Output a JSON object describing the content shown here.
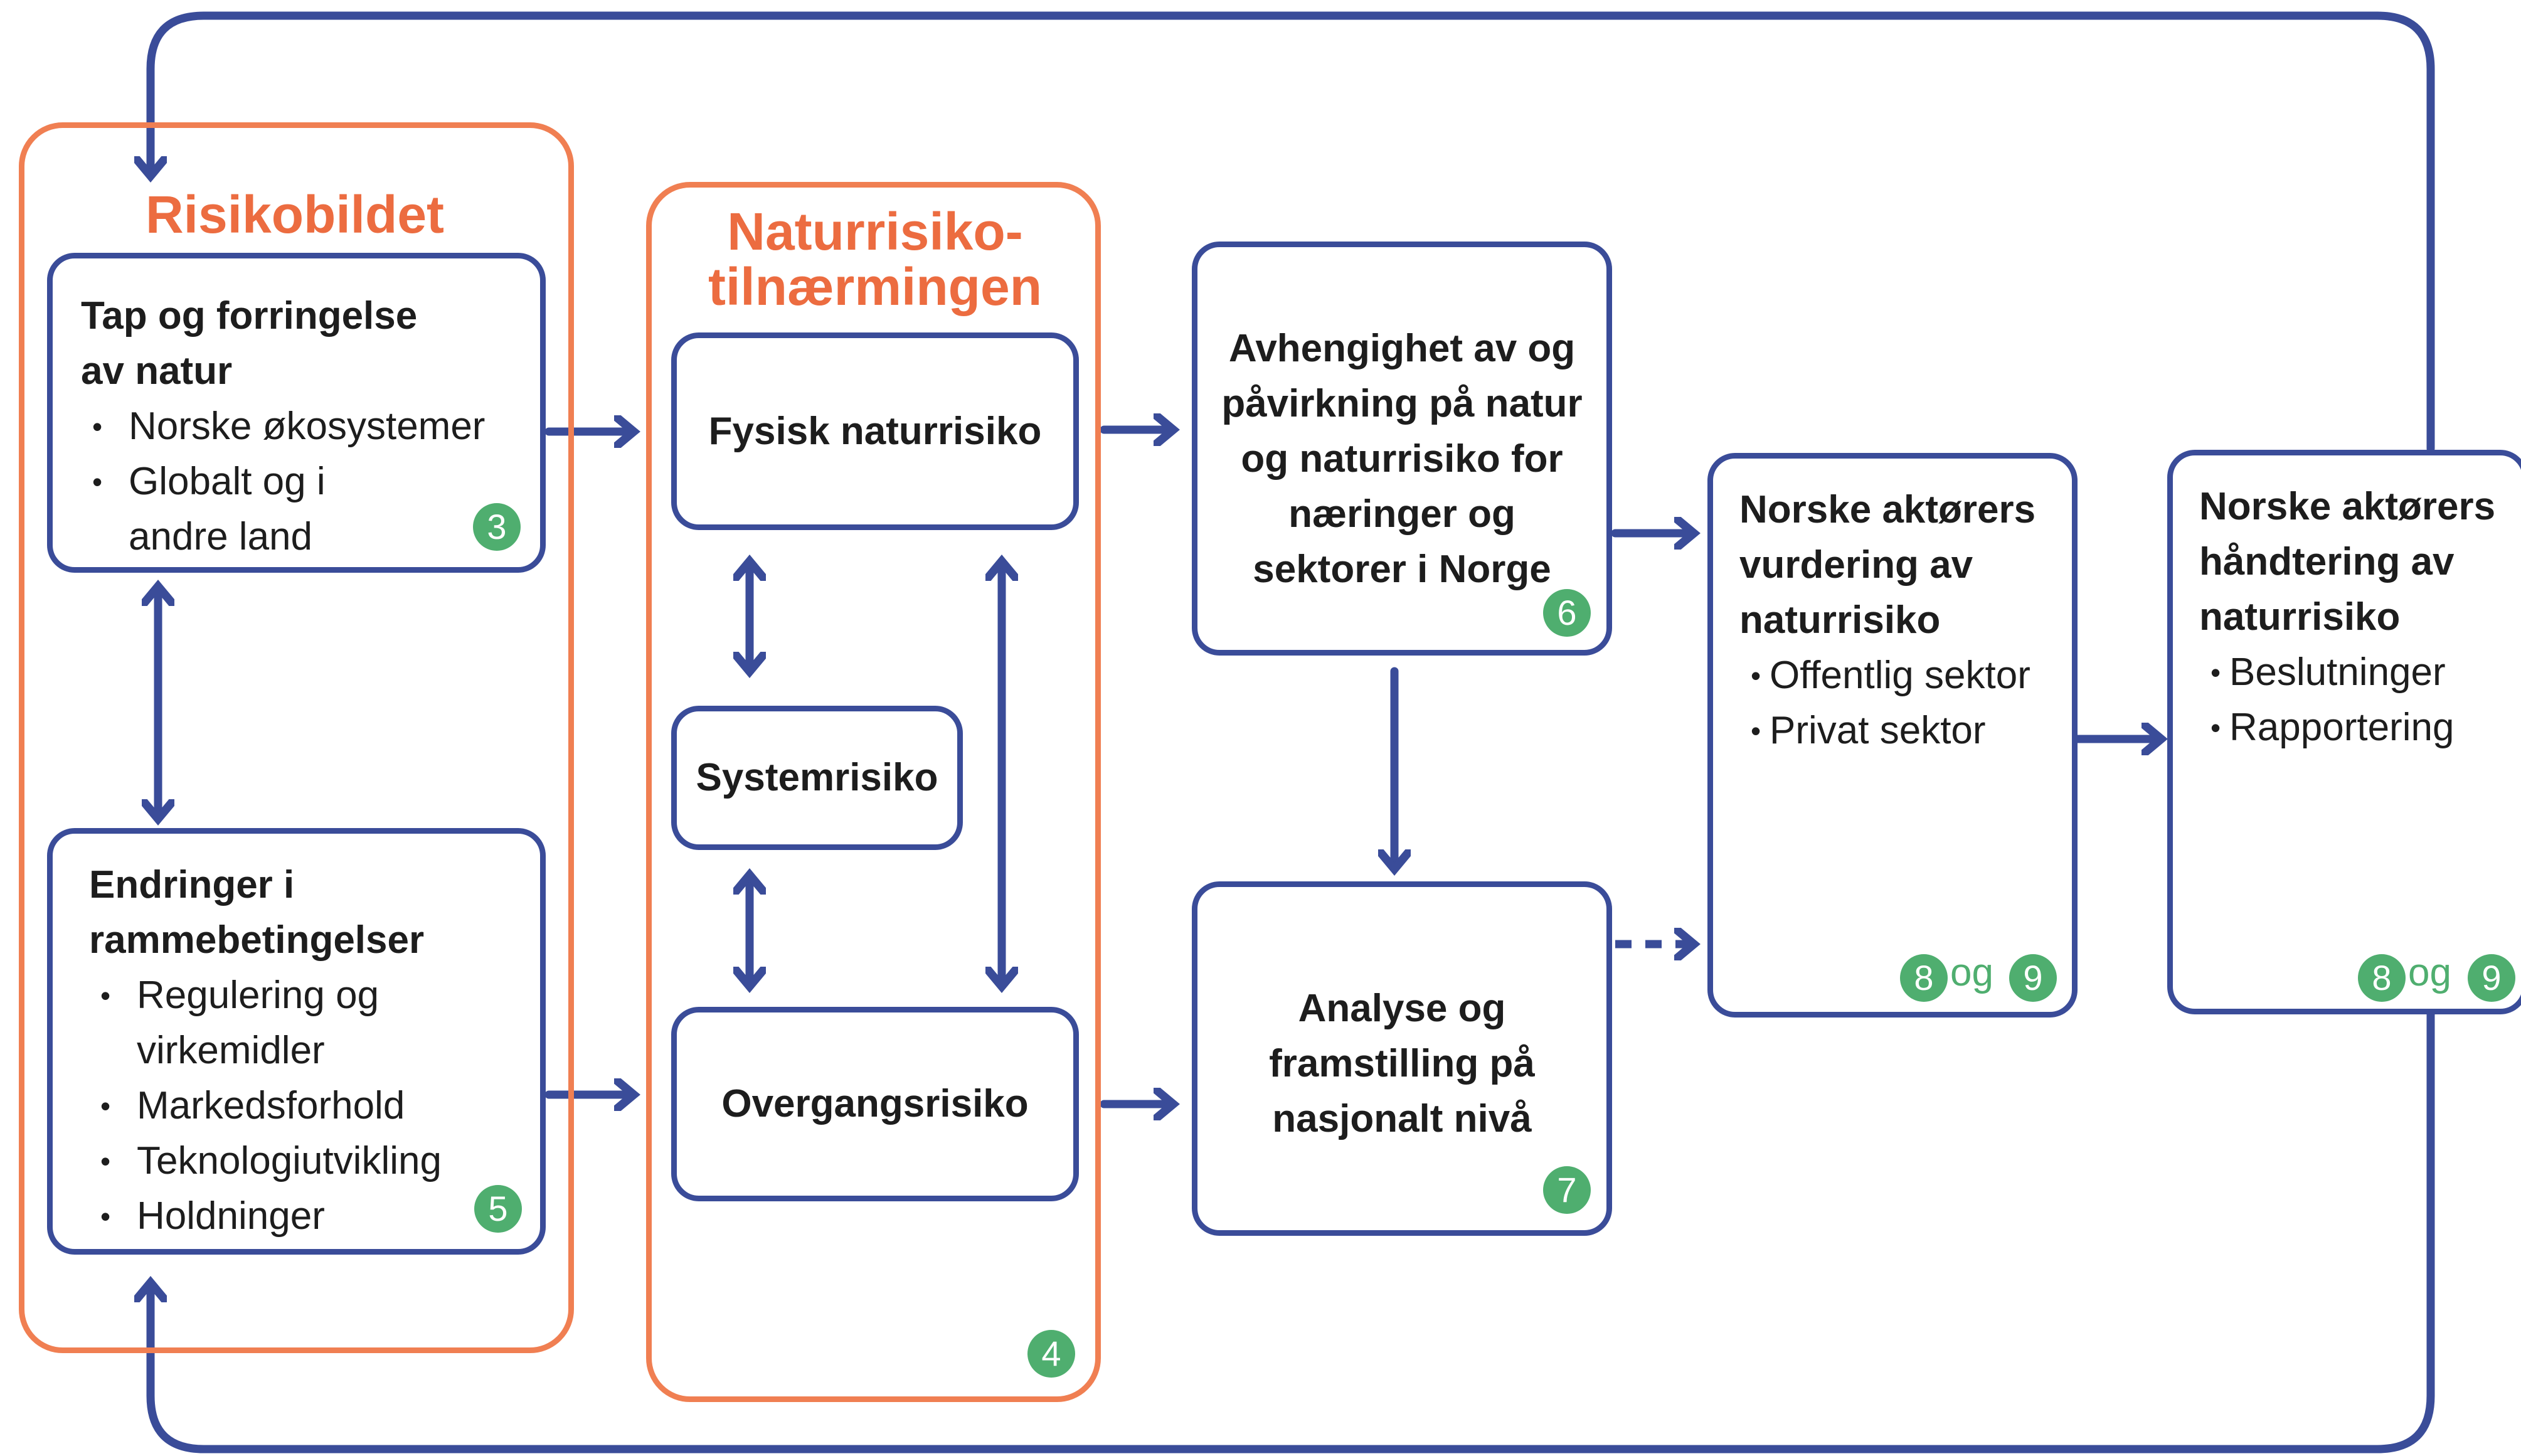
{
  "colors": {
    "group_border": "#f07f52",
    "group_title": "#ec6c40",
    "box_border": "#3a4c99",
    "badge": "#4fae6f"
  },
  "groups": {
    "risikobildet": {
      "title": "Risikobildet"
    },
    "tilnaerming": {
      "title_line1": "Naturrisiko-",
      "title_line2": "tilnærmingen",
      "badge": "4"
    }
  },
  "boxes": {
    "tap": {
      "title_line1": "Tap og forringelse",
      "title_line2": "av natur",
      "items": [
        "Norske økosystemer",
        "Globalt og i andre land"
      ],
      "badge": "3"
    },
    "endringer": {
      "title_line1": "Endringer i",
      "title_line2": "rammebetingelser",
      "items": [
        "Regulering og virkemidler",
        "Markedsforhold",
        "Teknologiutvikling",
        "Holdninger"
      ],
      "badge": "5"
    },
    "fysisk": {
      "title": "Fysisk naturrisiko"
    },
    "system": {
      "title": "Systemrisiko"
    },
    "overgang": {
      "title": "Overgangsrisiko"
    },
    "avhengighet": {
      "lines": [
        "Avhengighet av og",
        "påvirkning på natur",
        "og naturrisiko for",
        "næringer og",
        "sektorer i Norge"
      ],
      "badge": "6"
    },
    "analyse": {
      "lines": [
        "Analyse og",
        "framstilling på",
        "nasjonalt nivå"
      ],
      "badge": "7"
    },
    "vurdering": {
      "title_lines": [
        "Norske aktørers",
        "vurdering av",
        "naturrisiko"
      ],
      "items": [
        "Offentlig sektor",
        "Privat sektor"
      ],
      "badge_a": "8",
      "og": "og",
      "badge_b": "9"
    },
    "handtering": {
      "title_lines": [
        "Norske aktørers",
        "håndtering av",
        "naturrisiko"
      ],
      "items": [
        "Beslutninger",
        "Rapportering"
      ],
      "badge_a": "8",
      "og": "og",
      "badge_b": "9"
    }
  }
}
